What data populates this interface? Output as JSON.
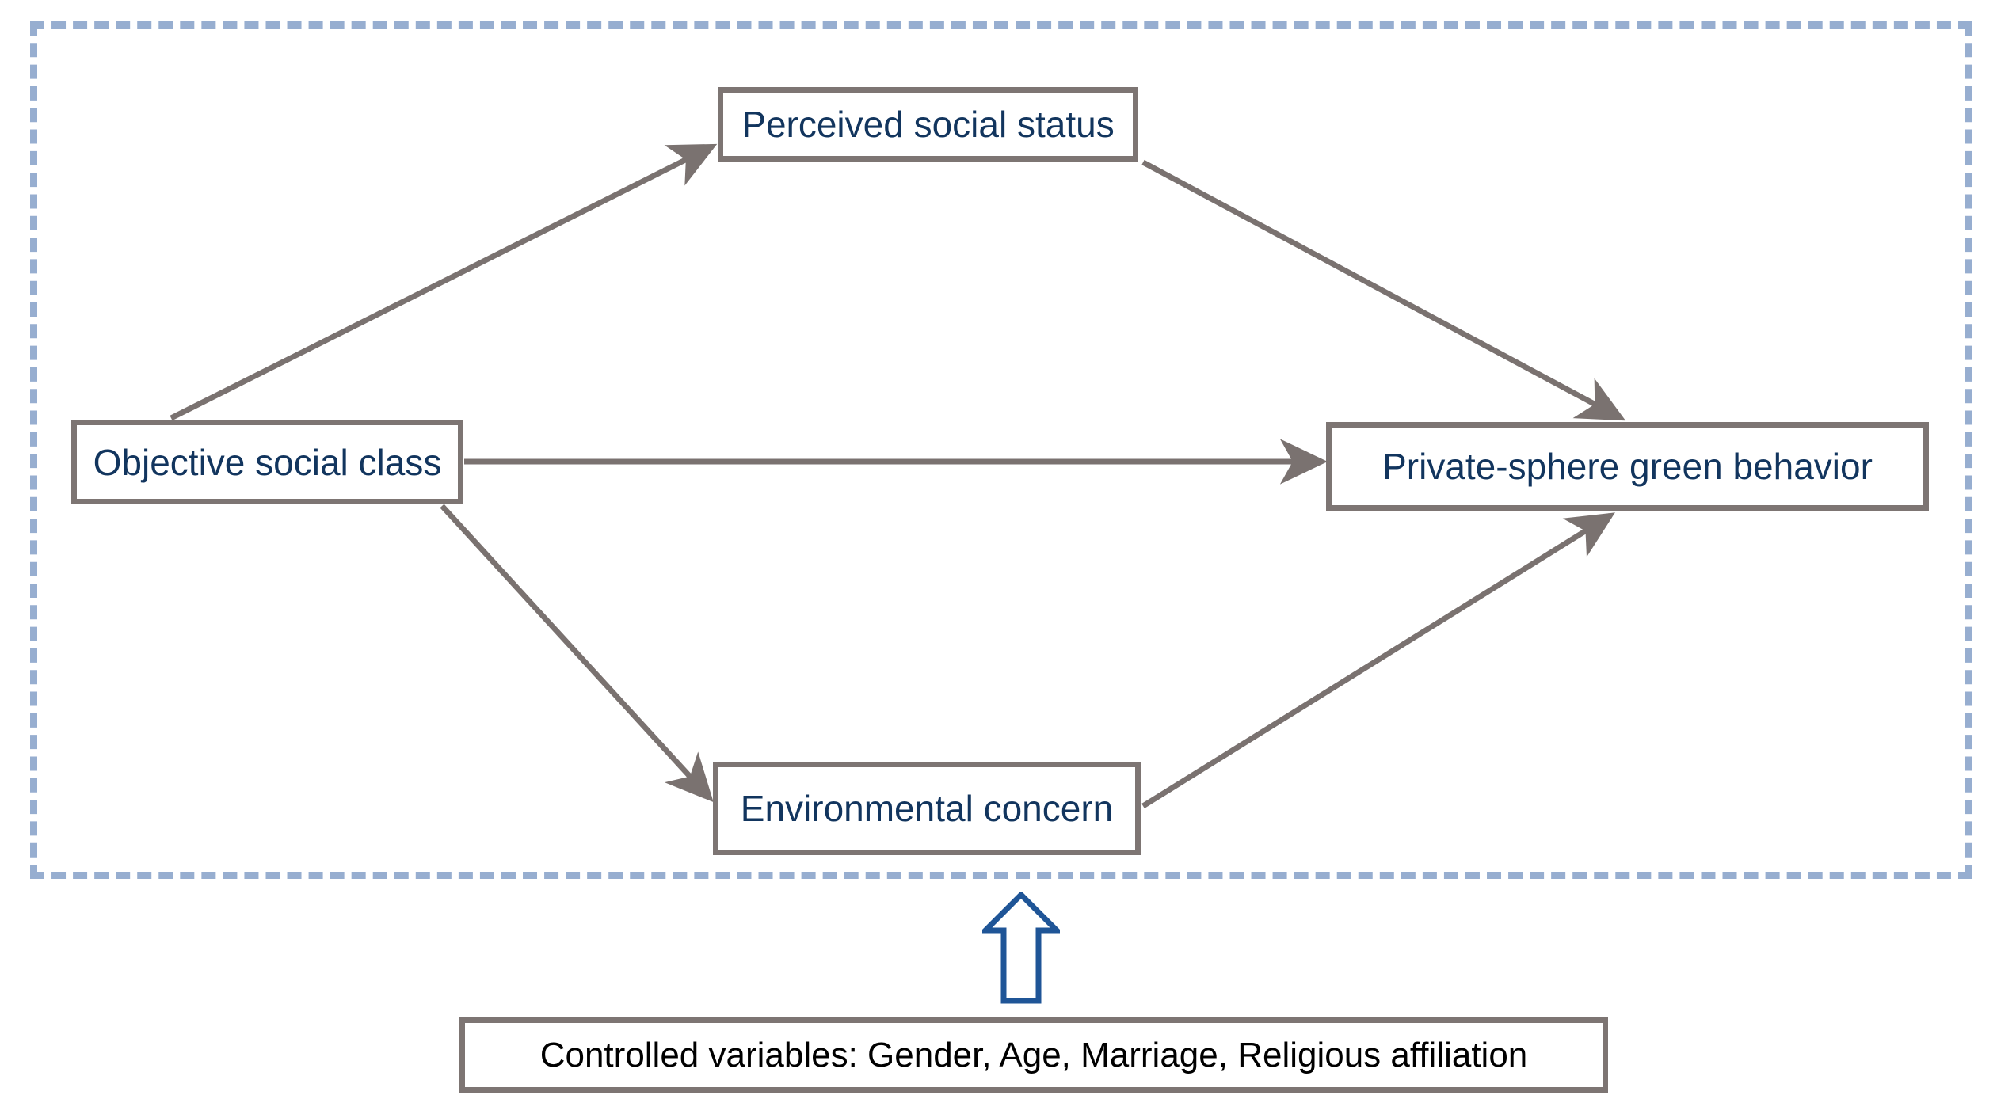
{
  "diagram": {
    "type": "conceptual-model",
    "background": "#ffffff",
    "frame": {
      "name": "dashed-boundary",
      "style": "dashed",
      "color": "#97aed0"
    },
    "colors": {
      "box_border": "#7d7573",
      "box_fill": "#ffffff",
      "node_text": "#12355e",
      "note_text": "#000000",
      "connector": "#7a7270",
      "dashed_frame": "#97aed0",
      "up_arrow": "#1f5597"
    },
    "nodes": [
      {
        "id": "perceived_social_status",
        "label": "Perceived social status",
        "role": "mediator"
      },
      {
        "id": "objective_social_class",
        "label": "Objective social class",
        "role": "independent-variable"
      },
      {
        "id": "private_sphere_green_behavior",
        "label": "Private-sphere green behavior",
        "role": "dependent-variable"
      },
      {
        "id": "environmental_concern",
        "label": "Environmental concern",
        "role": "mediator"
      }
    ],
    "edges": [
      {
        "from": "objective_social_class",
        "to": "perceived_social_status",
        "arrowhead": "end"
      },
      {
        "from": "objective_social_class",
        "to": "private_sphere_green_behavior",
        "arrowhead": "end"
      },
      {
        "from": "objective_social_class",
        "to": "environmental_concern",
        "arrowhead": "end"
      },
      {
        "from": "perceived_social_status",
        "to": "private_sphere_green_behavior",
        "arrowhead": "end"
      },
      {
        "from": "environmental_concern",
        "to": "private_sphere_green_behavior",
        "arrowhead": "end"
      }
    ],
    "note": {
      "id": "controlled_variables",
      "label": "Controlled variables: Gender, Age, Marriage, Religious affiliation",
      "pointer": {
        "name": "up-block-arrow",
        "direction": "up",
        "target": "dashed-boundary"
      }
    }
  }
}
